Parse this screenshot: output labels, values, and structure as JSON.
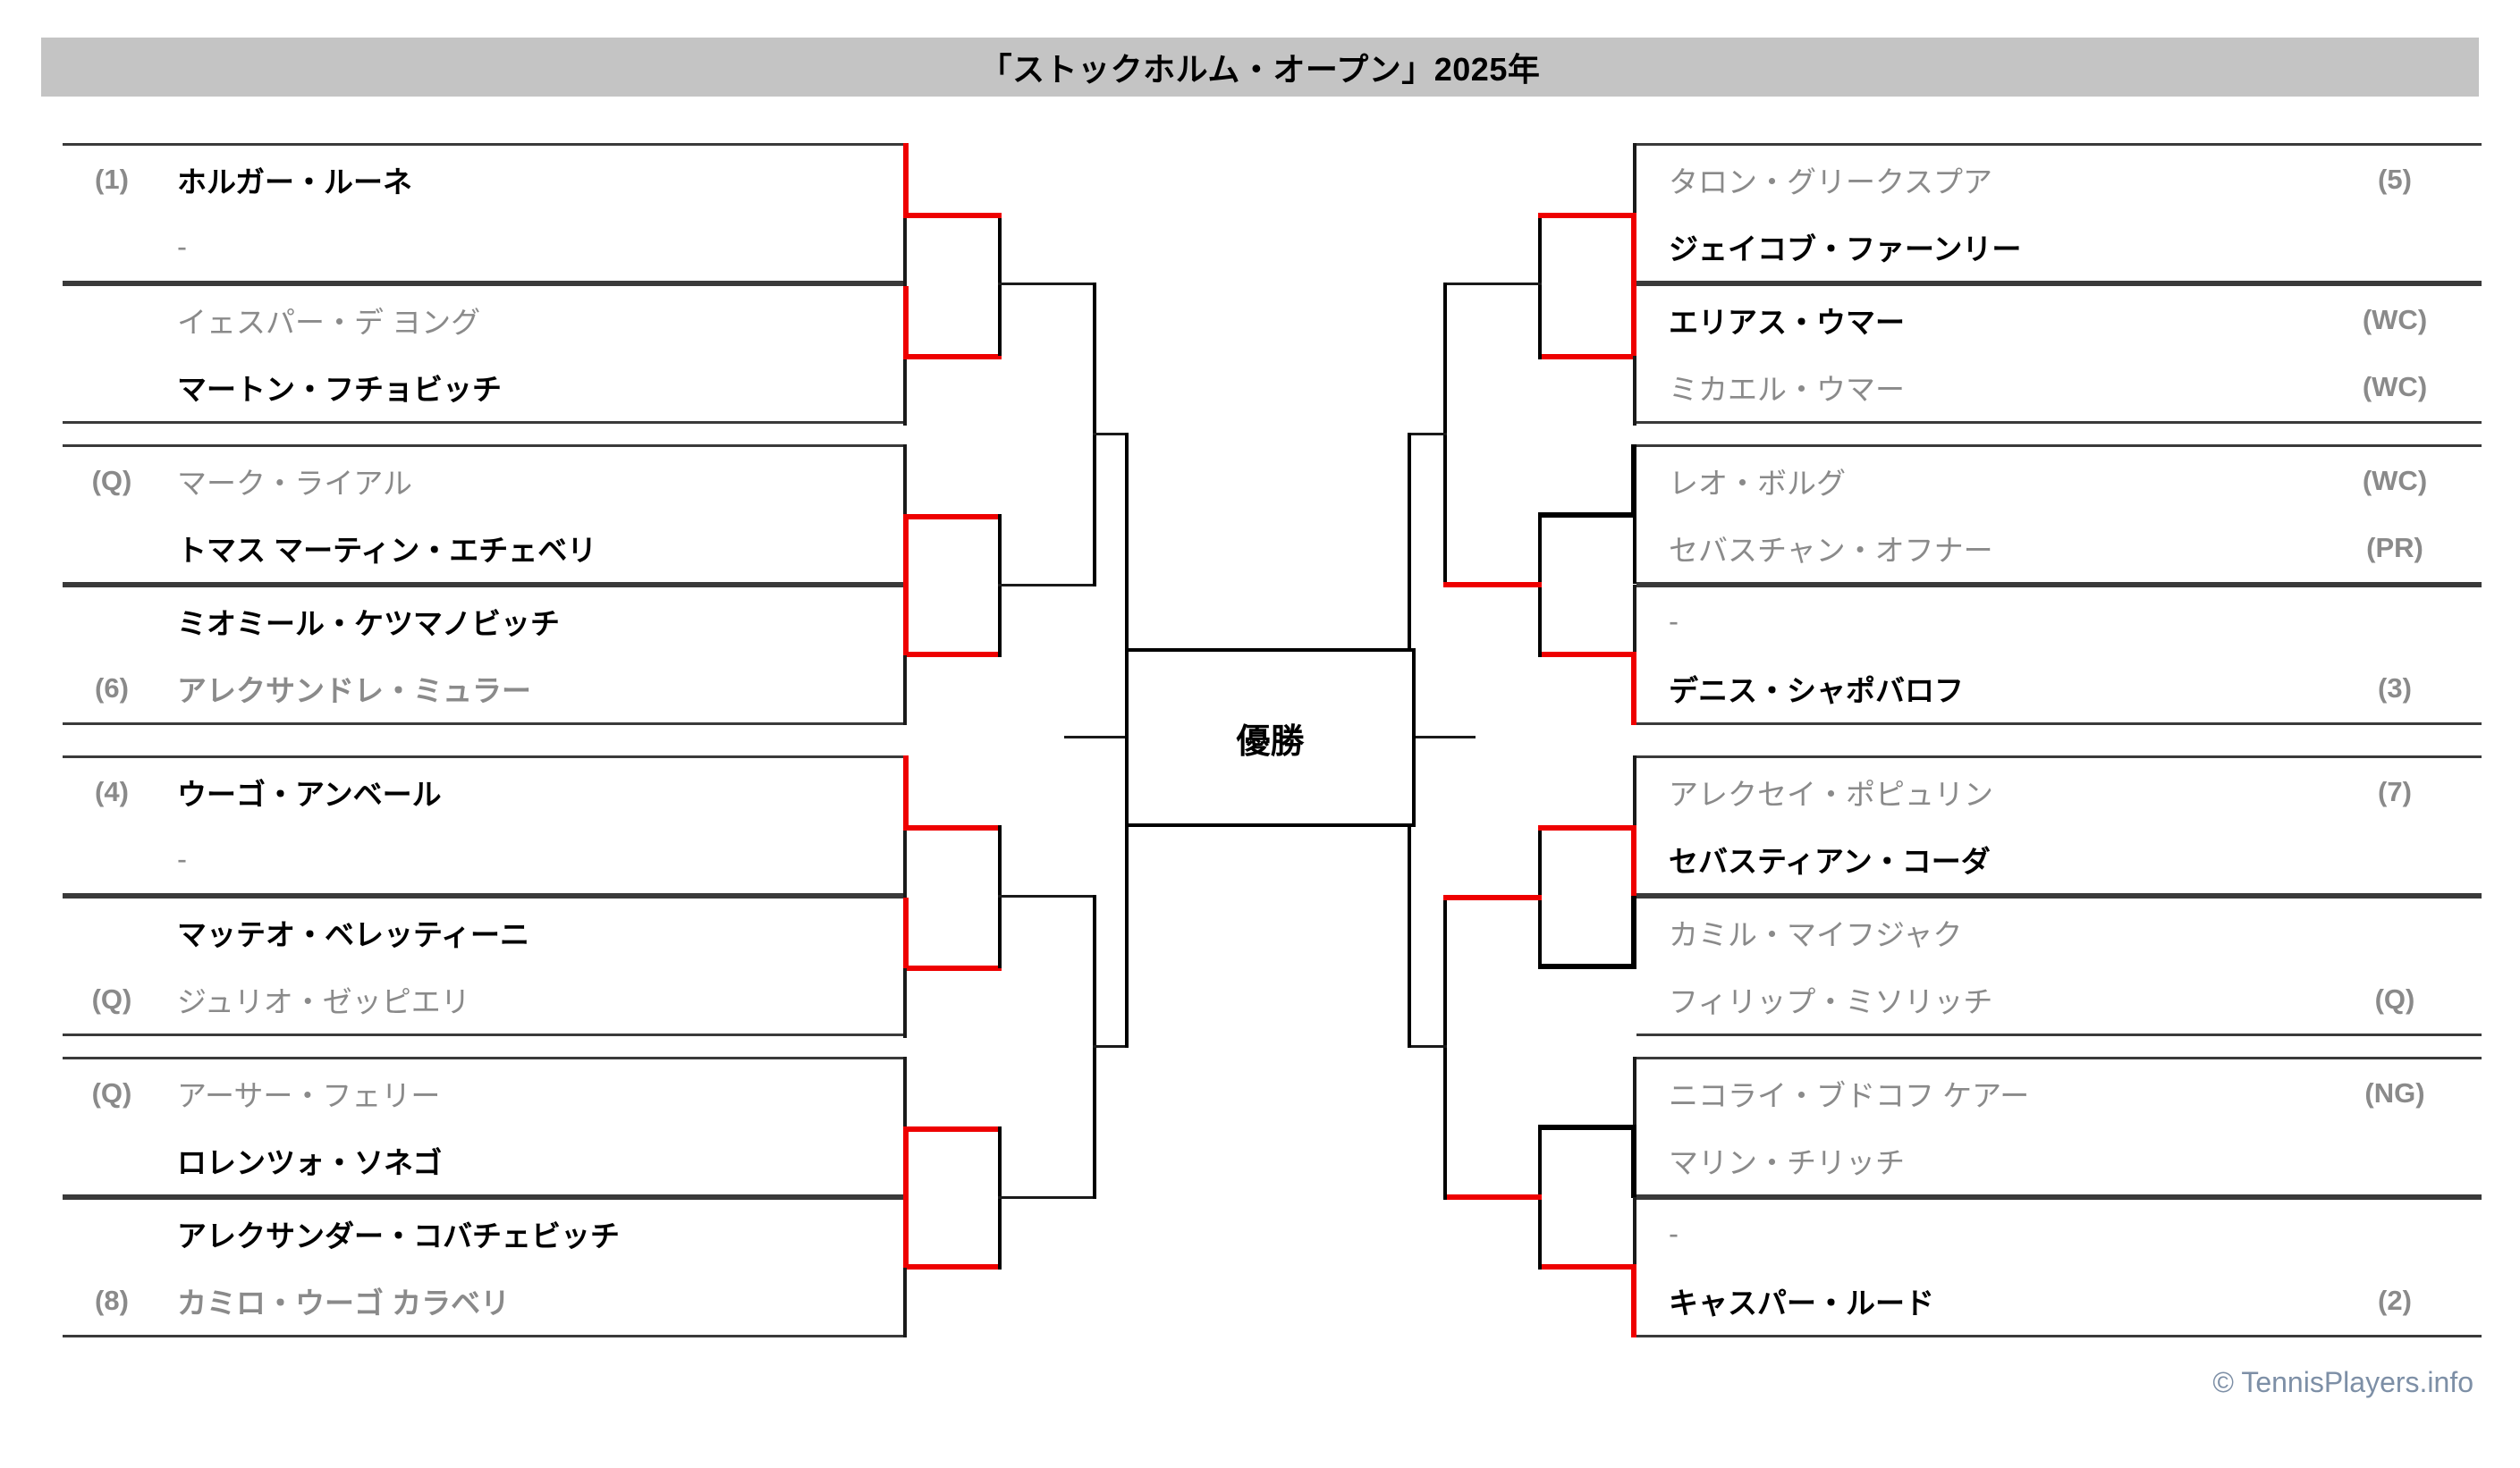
{
  "header": {
    "title": "「ストックホルム・オープン」2025年"
  },
  "center": {
    "champion_label": "優勝"
  },
  "footer": {
    "copyright": "© TennisPlayers.info"
  },
  "colors": {
    "advance_line": "#ee0000",
    "normal_line": "#000000",
    "header_bg": "#c4c4c4",
    "loser_text": "#8a8a8a",
    "winner_text": "#000000",
    "footer_text": "#7d8fa6"
  },
  "left_bracket": {
    "matches": [
      {
        "id": "L1",
        "top": {
          "seed": "(1)",
          "name": "ホルガー・ルーネ",
          "state": "winner"
        },
        "bottom": {
          "seed": "",
          "name": "-",
          "state": "empty"
        }
      },
      {
        "id": "L2",
        "top": {
          "seed": "",
          "name": "イェスパー・デ ヨング",
          "state": "loser"
        },
        "bottom": {
          "seed": "",
          "name": "マートン・フチョビッチ",
          "state": "winner"
        }
      },
      {
        "id": "L3",
        "top": {
          "seed": "(Q)",
          "name": "マーク・ライアル",
          "state": "loser"
        },
        "bottom": {
          "seed": "",
          "name": "トマス マーティン・エチェベリ",
          "state": "winner"
        }
      },
      {
        "id": "L4",
        "top": {
          "seed": "",
          "name": "ミオミール・ケツマノビッチ",
          "state": "winner"
        },
        "bottom": {
          "seed": "(6)",
          "name": "アレクサンドレ・ミュラー",
          "state": "winner-gray"
        }
      },
      {
        "id": "L5",
        "top": {
          "seed": "(4)",
          "name": "ウーゴ・アンベール",
          "state": "winner"
        },
        "bottom": {
          "seed": "",
          "name": "-",
          "state": "empty"
        }
      },
      {
        "id": "L6",
        "top": {
          "seed": "",
          "name": "マッテオ・ベレッティーニ",
          "state": "winner"
        },
        "bottom": {
          "seed": "(Q)",
          "name": "ジュリオ・ゼッピエリ",
          "state": "loser"
        }
      },
      {
        "id": "L7",
        "top": {
          "seed": "(Q)",
          "name": "アーサー・フェリー",
          "state": "loser"
        },
        "bottom": {
          "seed": "",
          "name": "ロレンツォ・ソネゴ",
          "state": "winner"
        }
      },
      {
        "id": "L8",
        "top": {
          "seed": "",
          "name": "アレクサンダー・コバチェビッチ",
          "state": "winner"
        },
        "bottom": {
          "seed": "(8)",
          "name": "カミロ・ウーゴ カラベリ",
          "state": "winner-gray"
        }
      }
    ]
  },
  "right_bracket": {
    "matches": [
      {
        "id": "R1",
        "top": {
          "seed": "(5)",
          "name": "タロン・グリークスプア",
          "state": "loser"
        },
        "bottom": {
          "seed": "",
          "name": "ジェイコブ・ファーンリー",
          "state": "winner"
        }
      },
      {
        "id": "R2",
        "top": {
          "seed": "(WC)",
          "name": "エリアス・ウマー",
          "state": "winner"
        },
        "bottom": {
          "seed": "(WC)",
          "name": "ミカエル・ウマー",
          "state": "loser"
        }
      },
      {
        "id": "R3",
        "top": {
          "seed": "(WC)",
          "name": "レオ・ボルグ",
          "state": "loser"
        },
        "bottom": {
          "seed": "(PR)",
          "name": "セバスチャン・オフナー",
          "state": "loser"
        }
      },
      {
        "id": "R4",
        "top": {
          "seed": "",
          "name": "-",
          "state": "empty"
        },
        "bottom": {
          "seed": "(3)",
          "name": "デニス・シャポバロフ",
          "state": "winner"
        }
      },
      {
        "id": "R5",
        "top": {
          "seed": "(7)",
          "name": "アレクセイ・ポピュリン",
          "state": "loser"
        },
        "bottom": {
          "seed": "",
          "name": "セバスティアン・コーダ",
          "state": "winner"
        }
      },
      {
        "id": "R6",
        "top": {
          "seed": "",
          "name": "カミル・マイフジャク",
          "state": "loser"
        },
        "bottom": {
          "seed": "(Q)",
          "name": "フィリップ・ミソリッチ",
          "state": "loser"
        }
      },
      {
        "id": "R7",
        "top": {
          "seed": "(NG)",
          "name": "ニコライ・ブドコフ ケアー",
          "state": "loser"
        },
        "bottom": {
          "seed": "",
          "name": "マリン・チリッチ",
          "state": "loser"
        }
      },
      {
        "id": "R8",
        "top": {
          "seed": "",
          "name": "-",
          "state": "empty"
        },
        "bottom": {
          "seed": "(2)",
          "name": "キャスパー・ルード",
          "state": "winner"
        }
      }
    ]
  }
}
